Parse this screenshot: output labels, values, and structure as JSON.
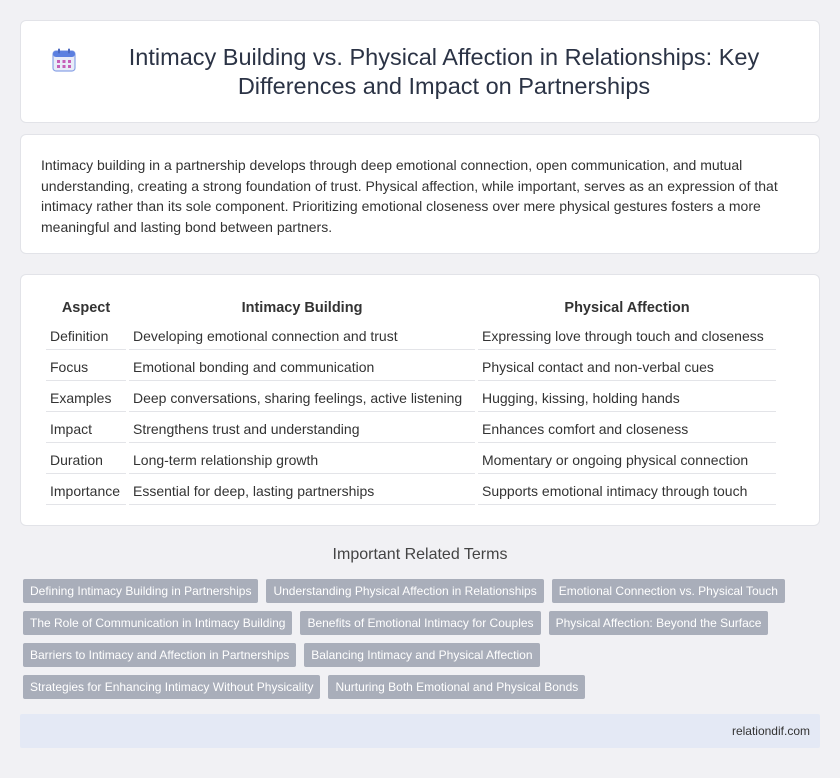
{
  "header": {
    "title": "Intimacy Building vs. Physical Affection in Relationships: Key Differences and Impact on Partnerships",
    "icon": "calendar-icon"
  },
  "intro": {
    "text": "Intimacy building in a partnership develops through deep emotional connection, open communication, and mutual understanding, creating a strong foundation of trust. Physical affection, while important, serves as an expression of that intimacy rather than its sole component. Prioritizing emotional closeness over mere physical gestures fosters a more meaningful and lasting bond between partners."
  },
  "table": {
    "headers": [
      "Aspect",
      "Intimacy Building",
      "Physical Affection"
    ],
    "rows": [
      [
        "Definition",
        "Developing emotional connection and trust",
        "Expressing love through touch and closeness"
      ],
      [
        "Focus",
        "Emotional bonding and communication",
        "Physical contact and non-verbal cues"
      ],
      [
        "Examples",
        "Deep conversations, sharing feelings, active listening",
        "Hugging, kissing, holding hands"
      ],
      [
        "Impact",
        "Strengthens trust and understanding",
        "Enhances comfort and closeness"
      ],
      [
        "Duration",
        "Long-term relationship growth",
        "Momentary or ongoing physical connection"
      ],
      [
        "Importance",
        "Essential for deep, lasting partnerships",
        "Supports emotional intimacy through touch"
      ]
    ]
  },
  "related": {
    "title": "Important Related Terms",
    "tags": [
      "Defining Intimacy Building in Partnerships",
      "Understanding Physical Affection in Relationships",
      "Emotional Connection vs. Physical Touch",
      "The Role of Communication in Intimacy Building",
      "Benefits of Emotional Intimacy for Couples",
      "Physical Affection: Beyond the Surface",
      "Barriers to Intimacy and Affection in Partnerships",
      "Balancing Intimacy and Physical Affection",
      "Strategies for Enhancing Intimacy Without Physicality",
      "Nurturing Both Emotional and Physical Bonds"
    ]
  },
  "footer": {
    "site": "relationdif.com"
  },
  "colors": {
    "tag_bg": "#a9aeba",
    "footer_bg": "#e4e9f5",
    "icon_accent": "#5b7fe0"
  }
}
